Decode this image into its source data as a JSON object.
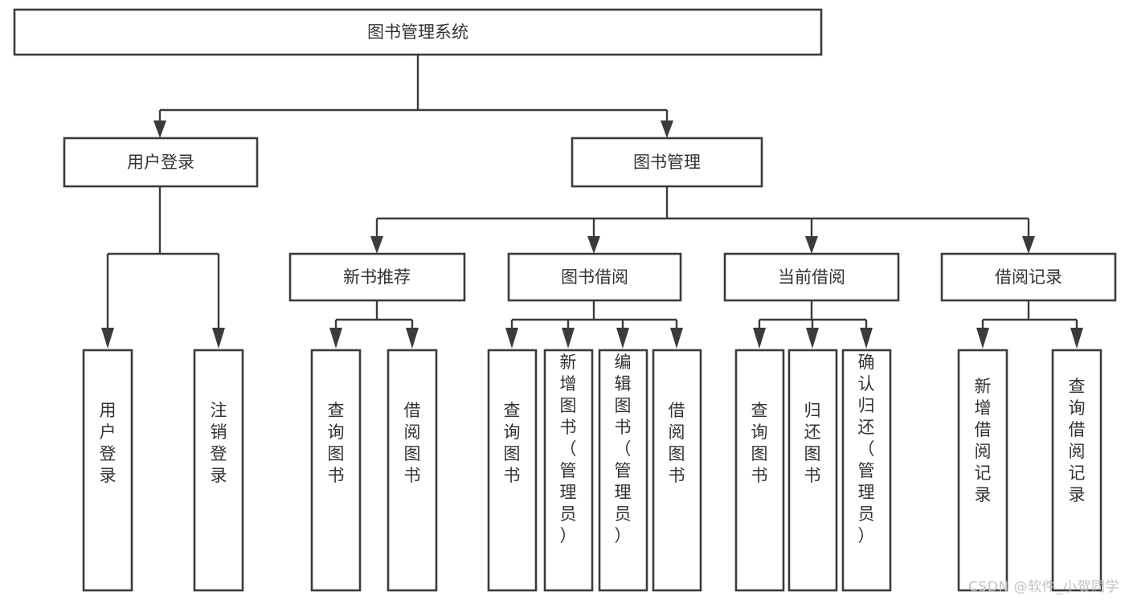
{
  "chart_data": {
    "type": "diagram",
    "title": "图书管理系统",
    "diagram_kind": "hierarchy-tree",
    "orientation": "top-down",
    "levels": 4,
    "node_count": 18,
    "edge_style": "orthogonal-arrow",
    "colors": {
      "box_fill": "#ffffff",
      "box_stroke": "#3b3b3b",
      "text": "#333333",
      "watermark": "#c2c2c2",
      "background": "#ffffff"
    },
    "nodes": [
      {
        "id": "root",
        "label": "图书管理系统",
        "level": 0,
        "text_orientation": "horizontal"
      },
      {
        "id": "l1_login",
        "label": "用户登录",
        "level": 1,
        "text_orientation": "horizontal",
        "parent": "root"
      },
      {
        "id": "l1_book",
        "label": "图书管理",
        "level": 1,
        "text_orientation": "horizontal",
        "parent": "root"
      },
      {
        "id": "l2_newbook",
        "label": "新书推荐",
        "level": 2,
        "text_orientation": "horizontal",
        "parent": "l1_book"
      },
      {
        "id": "l2_borrow",
        "label": "图书借阅",
        "level": 2,
        "text_orientation": "horizontal",
        "parent": "l1_book"
      },
      {
        "id": "l2_current",
        "label": "当前借阅",
        "level": 2,
        "text_orientation": "horizontal",
        "parent": "l1_book"
      },
      {
        "id": "l2_record",
        "label": "借阅记录",
        "level": 2,
        "text_orientation": "horizontal",
        "parent": "l1_book"
      },
      {
        "id": "l3_a1",
        "label": "用户登录",
        "level": 3,
        "text_orientation": "vertical",
        "parent": "l1_login"
      },
      {
        "id": "l3_a2",
        "label": "注销登录",
        "level": 3,
        "text_orientation": "vertical",
        "parent": "l1_login"
      },
      {
        "id": "l3_b1",
        "label": "查询图书",
        "level": 3,
        "text_orientation": "vertical",
        "parent": "l2_newbook"
      },
      {
        "id": "l3_b2",
        "label": "借阅图书",
        "level": 3,
        "text_orientation": "vertical",
        "parent": "l2_newbook"
      },
      {
        "id": "l3_c1",
        "label": "查询图书",
        "level": 3,
        "text_orientation": "vertical",
        "parent": "l2_borrow"
      },
      {
        "id": "l3_c2",
        "label": "新增图书（管理员）",
        "level": 3,
        "text_orientation": "vertical",
        "parent": "l2_borrow"
      },
      {
        "id": "l3_c3",
        "label": "编辑图书（管理员）",
        "level": 3,
        "text_orientation": "vertical",
        "parent": "l2_borrow"
      },
      {
        "id": "l3_c4",
        "label": "借阅图书",
        "level": 3,
        "text_orientation": "vertical",
        "parent": "l2_borrow"
      },
      {
        "id": "l3_d1",
        "label": "查询图书",
        "level": 3,
        "text_orientation": "vertical",
        "parent": "l2_current"
      },
      {
        "id": "l3_d2",
        "label": "归还图书",
        "level": 3,
        "text_orientation": "vertical",
        "parent": "l2_current"
      },
      {
        "id": "l3_d3",
        "label": "确认归还（管理员）",
        "level": 3,
        "text_orientation": "vertical",
        "parent": "l2_current"
      },
      {
        "id": "l3_e1",
        "label": "新增借阅记录",
        "level": 3,
        "text_orientation": "vertical",
        "parent": "l2_record"
      },
      {
        "id": "l3_e2",
        "label": "查询借阅记录",
        "level": 3,
        "text_orientation": "vertical",
        "parent": "l2_record"
      }
    ],
    "edges": [
      {
        "from": "root",
        "to": "l1_login"
      },
      {
        "from": "root",
        "to": "l1_book"
      },
      {
        "from": "l1_login",
        "to": "l3_a1"
      },
      {
        "from": "l1_login",
        "to": "l3_a2"
      },
      {
        "from": "l1_book",
        "to": "l2_newbook"
      },
      {
        "from": "l1_book",
        "to": "l2_borrow"
      },
      {
        "from": "l1_book",
        "to": "l2_current"
      },
      {
        "from": "l1_book",
        "to": "l2_record"
      },
      {
        "from": "l2_newbook",
        "to": "l3_b1"
      },
      {
        "from": "l2_newbook",
        "to": "l3_b2"
      },
      {
        "from": "l2_borrow",
        "to": "l3_c1"
      },
      {
        "from": "l2_borrow",
        "to": "l3_c2"
      },
      {
        "from": "l2_borrow",
        "to": "l3_c3"
      },
      {
        "from": "l2_borrow",
        "to": "l3_c4"
      },
      {
        "from": "l2_current",
        "to": "l3_d1"
      },
      {
        "from": "l2_current",
        "to": "l3_d2"
      },
      {
        "from": "l2_current",
        "to": "l3_d3"
      },
      {
        "from": "l2_record",
        "to": "l3_e1"
      },
      {
        "from": "l2_record",
        "to": "l3_e2"
      }
    ]
  },
  "diagram": {
    "root": {
      "label": "图书管理系统"
    },
    "level1": {
      "user_login": {
        "label": "用户登录"
      },
      "book_manage": {
        "label": "图书管理"
      }
    },
    "level2": {
      "new_book": {
        "label": "新书推荐"
      },
      "book_borrow": {
        "label": "图书借阅"
      },
      "current_borrow": {
        "label": "当前借阅"
      },
      "borrow_record": {
        "label": "借阅记录"
      }
    },
    "leaves": {
      "a1": {
        "label": "用户登录"
      },
      "a2": {
        "label": "注销登录"
      },
      "b1": {
        "label": "查询图书"
      },
      "b2": {
        "label": "借阅图书"
      },
      "c1": {
        "label": "查询图书"
      },
      "c2": {
        "label": "新增图书（管理员）"
      },
      "c3": {
        "label": "编辑图书（管理员）"
      },
      "c4": {
        "label": "借阅图书"
      },
      "d1": {
        "label": "查询图书"
      },
      "d2": {
        "label": "归还图书"
      },
      "d3": {
        "label": "确认归还（管理员）"
      },
      "e1": {
        "label": "新增借阅记录"
      },
      "e2": {
        "label": "查询借阅记录"
      }
    }
  },
  "watermark": {
    "text": "CSDN @软件_小贺同学"
  }
}
